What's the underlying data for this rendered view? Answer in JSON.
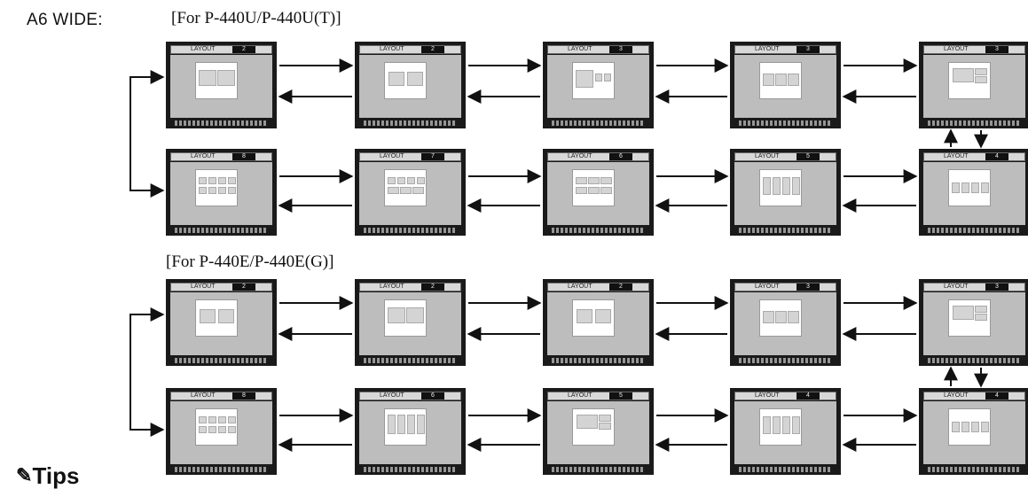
{
  "header": {
    "title": "A6 WIDE:"
  },
  "sections": [
    {
      "subtitle": "[For P-440U/P-440U(T)]",
      "row1": [
        {
          "layout_label": "LAYOUT",
          "number": "2",
          "tiles": "two-wide"
        },
        {
          "layout_label": "LAYOUT",
          "number": "2",
          "tiles": "two"
        },
        {
          "layout_label": "LAYOUT",
          "number": "3",
          "tiles": "three-mixed"
        },
        {
          "layout_label": "LAYOUT",
          "number": "3",
          "tiles": "three"
        },
        {
          "layout_label": "LAYOUT",
          "number": "3",
          "tiles": "three-tall"
        }
      ],
      "row2": [
        {
          "layout_label": "LAYOUT",
          "number": "8",
          "tiles": "eight"
        },
        {
          "layout_label": "LAYOUT",
          "number": "7",
          "tiles": "seven"
        },
        {
          "layout_label": "LAYOUT",
          "number": "6",
          "tiles": "six"
        },
        {
          "layout_label": "LAYOUT",
          "number": "5",
          "tiles": "four-row"
        },
        {
          "layout_label": "LAYOUT",
          "number": "4",
          "tiles": "four"
        }
      ]
    },
    {
      "subtitle": "[For P-440E/P-440E(G)]",
      "row1": [
        {
          "layout_label": "LAYOUT",
          "number": "2",
          "tiles": "two"
        },
        {
          "layout_label": "LAYOUT",
          "number": "2",
          "tiles": "two-wide"
        },
        {
          "layout_label": "LAYOUT",
          "number": "2",
          "tiles": "two"
        },
        {
          "layout_label": "LAYOUT",
          "number": "3",
          "tiles": "three"
        },
        {
          "layout_label": "LAYOUT",
          "number": "3",
          "tiles": "three-tall"
        }
      ],
      "row2": [
        {
          "layout_label": "LAYOUT",
          "number": "8",
          "tiles": "eight"
        },
        {
          "layout_label": "LAYOUT",
          "number": "6",
          "tiles": "four-tall"
        },
        {
          "layout_label": "LAYOUT",
          "number": "5",
          "tiles": "three-tall"
        },
        {
          "layout_label": "LAYOUT",
          "number": "4",
          "tiles": "four-row"
        },
        {
          "layout_label": "LAYOUT",
          "number": "4",
          "tiles": "four"
        }
      ]
    }
  ],
  "footer": {
    "tips_label": "Tips",
    "tips_icon": "pencil-icon"
  }
}
